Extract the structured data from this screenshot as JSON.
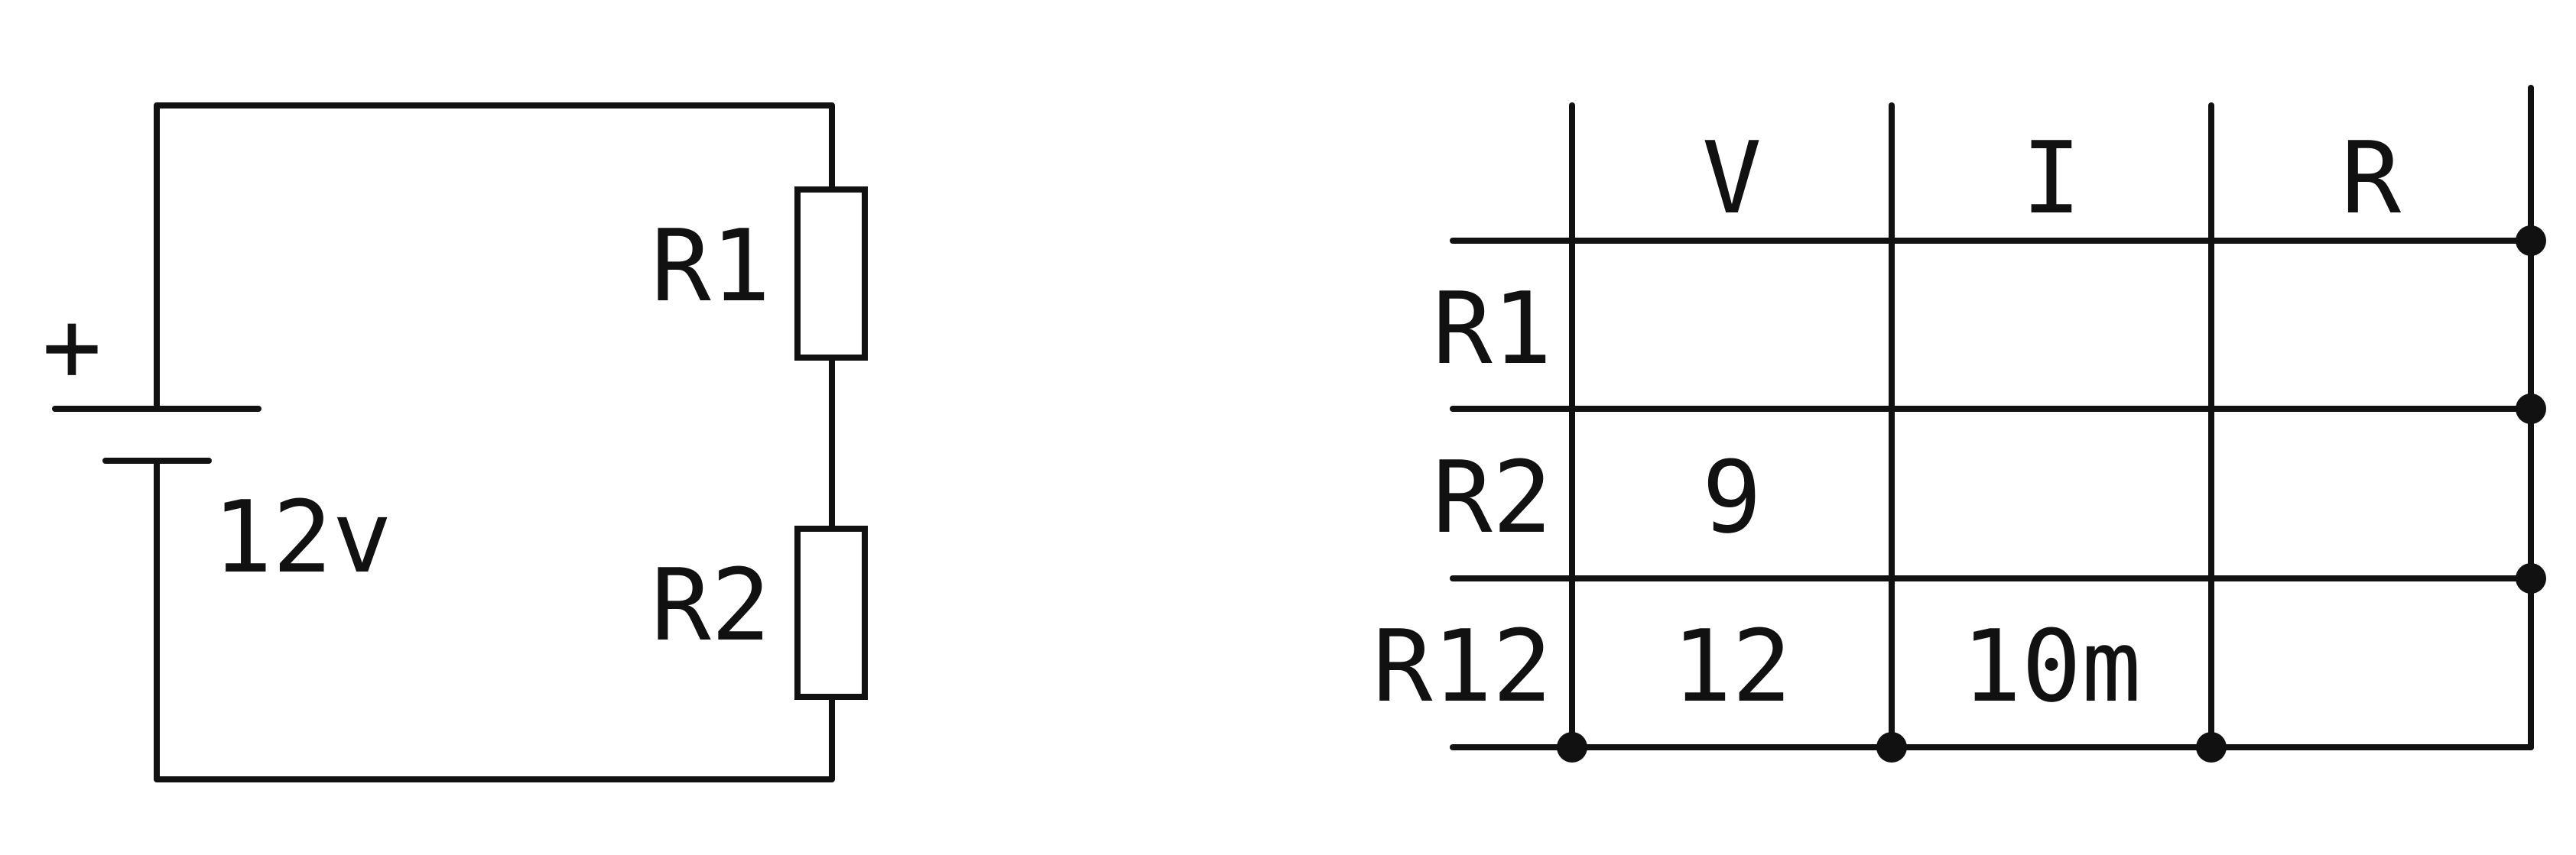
{
  "circuit": {
    "battery": {
      "polarity_mark": "+",
      "voltage_label": "12v"
    },
    "resistors": [
      {
        "label": "R1"
      },
      {
        "label": "R2"
      }
    ]
  },
  "table": {
    "columns": [
      "V",
      "I",
      "R"
    ],
    "rows": [
      {
        "label": "R1",
        "cells": [
          "",
          "",
          ""
        ]
      },
      {
        "label": "R2",
        "cells": [
          "9",
          "",
          ""
        ]
      },
      {
        "label": "R12",
        "cells": [
          "12",
          "10m",
          ""
        ]
      }
    ]
  },
  "colors": {
    "ink": "#111111",
    "background": "#ffffff"
  }
}
